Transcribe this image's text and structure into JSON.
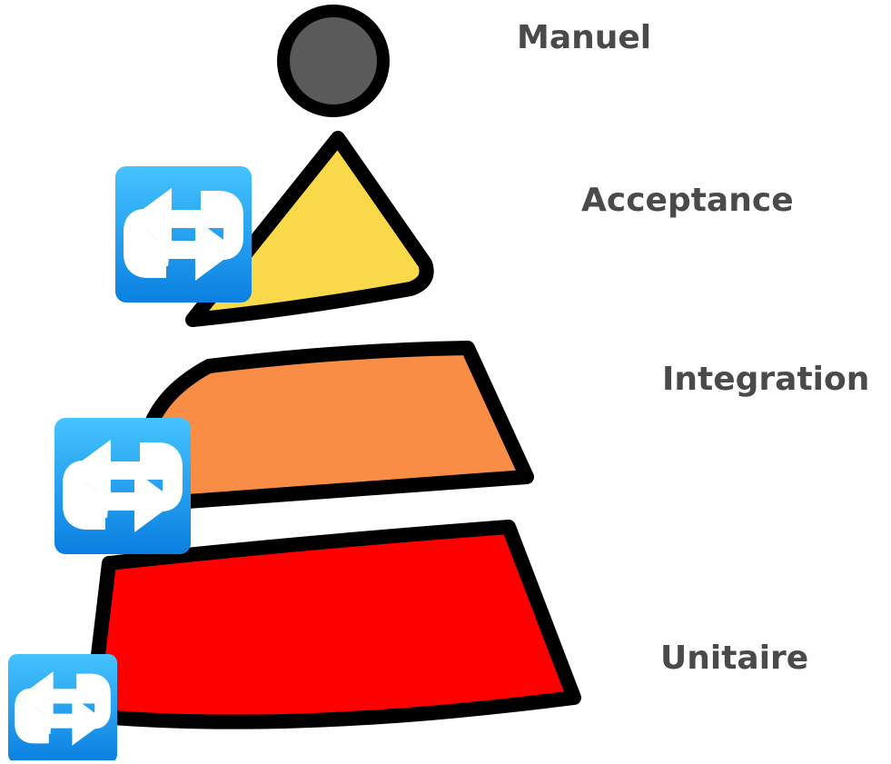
{
  "pyramid": {
    "levels": [
      {
        "label": "Manuel",
        "shape": "circle",
        "color": "#5a5a5a",
        "automated": false
      },
      {
        "label": "Acceptance",
        "shape": "triangle",
        "color": "#f9d84a",
        "automated": true
      },
      {
        "label": "Integration",
        "shape": "band",
        "color": "#f98d45",
        "automated": true
      },
      {
        "label": "Unitaire",
        "shape": "band",
        "color": "#ff0000",
        "automated": true
      }
    ]
  },
  "icons": {
    "automation": "repeat-arrows-icon"
  },
  "colors": {
    "outline": "#000000",
    "label_text": "#4a4a4a",
    "icon_bg_top": "#45c4ff",
    "icon_bg_bottom": "#0a7fe0"
  }
}
